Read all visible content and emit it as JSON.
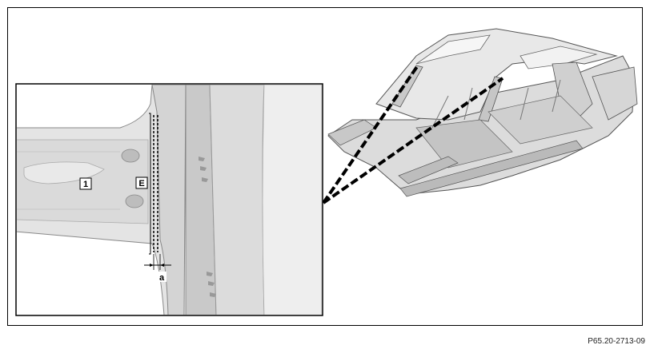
{
  "labels": {
    "part_number": "1",
    "weld_seam": "E",
    "dimension": "a"
  },
  "reference_code": "P65.20-2713-09",
  "colors": {
    "line": "#000000",
    "panel_light": "#e6e6e6",
    "panel_mid": "#d3d3d3",
    "panel_dark": "#b9b9b9",
    "background": "#ffffff"
  }
}
